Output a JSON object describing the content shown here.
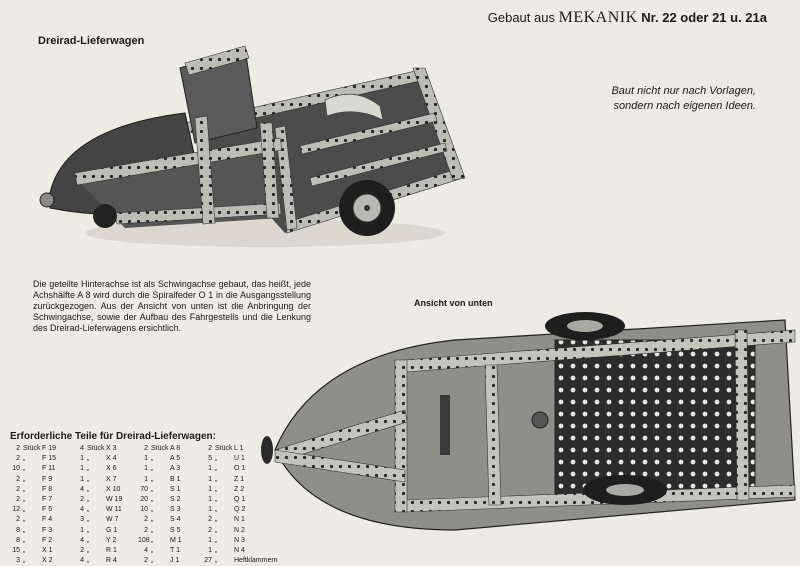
{
  "header": {
    "prefix": "Gebaut aus",
    "brand": "MEKANIK",
    "set_info": "Nr. 22 oder 21 u. 21a"
  },
  "model_title": "Dreirad-Lieferwagen",
  "slogan_lines": [
    "Baut nicht nur nach Vorlagen,",
    "sondern nach eigenen Ideen."
  ],
  "description": "Die geteilte Hinterachse ist als Schwingachse gebaut, das heißt, jede Achshälfte A 8 wird durch die Spiralfeder O 1 in die Ausgangsstellung zurückgezogen. Aus der Ansicht von unten ist die Anbringung der Schwingachse, sowie der Aufbau des Fahrgestells und die Lenkung des Dreirad-Lieferwagens ersichtlich.",
  "bottom_view_label": "Ansicht von unten",
  "parts_title": "Erforderliche Teile für Dreirad-Lieferwagen:",
  "parts_columns": [
    [
      {
        "qty": "2",
        "unit": "Stück",
        "part": "F 19"
      },
      {
        "qty": "2",
        "unit": "„",
        "part": "F 15"
      },
      {
        "qty": "10",
        "unit": "„",
        "part": "F 11"
      },
      {
        "qty": "2",
        "unit": "„",
        "part": "F 9"
      },
      {
        "qty": "2",
        "unit": "„",
        "part": "F 8"
      },
      {
        "qty": "2",
        "unit": "„",
        "part": "F 7"
      },
      {
        "qty": "12",
        "unit": "„",
        "part": "F 5"
      },
      {
        "qty": "2",
        "unit": "„",
        "part": "F 4"
      },
      {
        "qty": "8",
        "unit": "„",
        "part": "F 3"
      },
      {
        "qty": "8",
        "unit": "„",
        "part": "F 2"
      },
      {
        "qty": "15",
        "unit": "„",
        "part": "X 1"
      },
      {
        "qty": "3",
        "unit": "„",
        "part": "X 2"
      }
    ],
    [
      {
        "qty": "4",
        "unit": "Stück",
        "part": "X 3"
      },
      {
        "qty": "1",
        "unit": "„",
        "part": "X 4"
      },
      {
        "qty": "1",
        "unit": "„",
        "part": "X 6"
      },
      {
        "qty": "1",
        "unit": "„",
        "part": "X 7"
      },
      {
        "qty": "4",
        "unit": "„",
        "part": "X 10"
      },
      {
        "qty": "2",
        "unit": "„",
        "part": "W 19"
      },
      {
        "qty": "4",
        "unit": "„",
        "part": "W 11"
      },
      {
        "qty": "3",
        "unit": "„",
        "part": "W 7"
      },
      {
        "qty": "1",
        "unit": "„",
        "part": "G 1"
      },
      {
        "qty": "4",
        "unit": "„",
        "part": "Y 2"
      },
      {
        "qty": "2",
        "unit": "„",
        "part": "R 1"
      },
      {
        "qty": "4",
        "unit": "„",
        "part": "R 4"
      }
    ],
    [
      {
        "qty": "2",
        "unit": "Stück",
        "part": "A 8"
      },
      {
        "qty": "1",
        "unit": "„",
        "part": "A 5"
      },
      {
        "qty": "1",
        "unit": "„",
        "part": "A 3"
      },
      {
        "qty": "1",
        "unit": "„",
        "part": "B 1"
      },
      {
        "qty": "70",
        "unit": "„",
        "part": "S 1"
      },
      {
        "qty": "20",
        "unit": "„",
        "part": "S 2"
      },
      {
        "qty": "10",
        "unit": "„",
        "part": "S 3"
      },
      {
        "qty": "2",
        "unit": "„",
        "part": "S 4"
      },
      {
        "qty": "2",
        "unit": "„",
        "part": "S 5"
      },
      {
        "qty": "108",
        "unit": "„",
        "part": "M 1"
      },
      {
        "qty": "4",
        "unit": "„",
        "part": "T 1"
      },
      {
        "qty": "2",
        "unit": "„",
        "part": "J 1"
      }
    ],
    [
      {
        "qty": "2",
        "unit": "Stück",
        "part": "L 1"
      },
      {
        "qty": "5",
        "unit": "„",
        "part": "U 1"
      },
      {
        "qty": "1",
        "unit": "„",
        "part": "O 1"
      },
      {
        "qty": "1",
        "unit": "„",
        "part": "Z 1"
      },
      {
        "qty": "1",
        "unit": "„",
        "part": "Z 2"
      },
      {
        "qty": "1",
        "unit": "„",
        "part": "Q 1"
      },
      {
        "qty": "1",
        "unit": "„",
        "part": "Q 2"
      },
      {
        "qty": "2",
        "unit": "„",
        "part": "N 1"
      },
      {
        "qty": "2",
        "unit": "„",
        "part": "N 2"
      },
      {
        "qty": "1",
        "unit": "„",
        "part": "N 3"
      },
      {
        "qty": "1",
        "unit": "„",
        "part": "N 4"
      },
      {
        "qty": "27",
        "unit": "„",
        "part": "Heftklammern"
      }
    ]
  ]
}
